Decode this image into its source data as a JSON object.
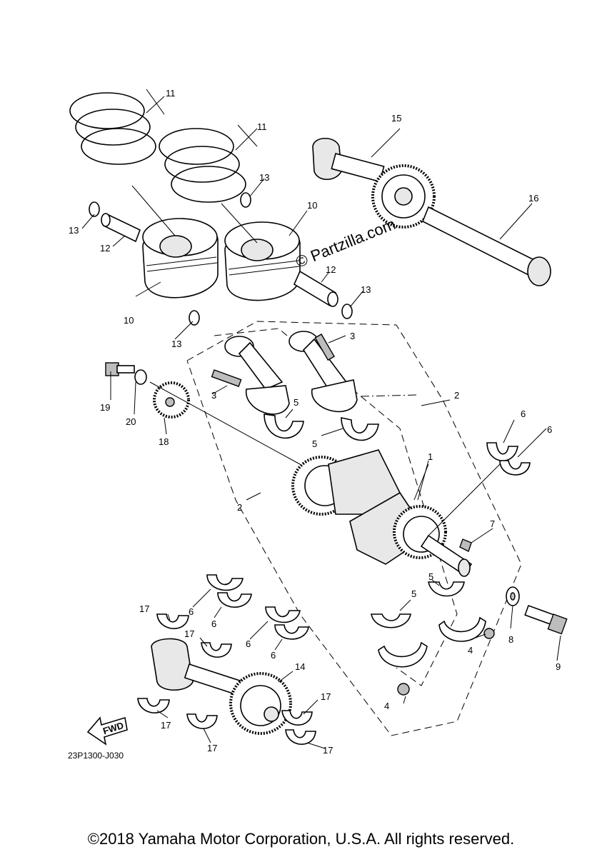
{
  "watermark": "© Partzilla.com",
  "diagram_code": "23P1300-J030",
  "fwd_label": "FWD",
  "copyright": "©2018 Yamaha Motor Corporation, U.S.A. All rights reserved.",
  "callouts": {
    "c1": "1",
    "c2a": "2",
    "c2b": "2",
    "c3a": "3",
    "c3b": "3",
    "c4a": "4",
    "c4b": "4",
    "c5a": "5",
    "c5b": "5",
    "c5c": "5",
    "c5d": "5",
    "c6a": "6",
    "c6b": "6",
    "c6c": "6",
    "c6d": "6",
    "c6e": "6",
    "c6f": "6",
    "c7": "7",
    "c8": "8",
    "c9": "9",
    "c10a": "10",
    "c10b": "10",
    "c11a": "11",
    "c11b": "11",
    "c12a": "12",
    "c12b": "12",
    "c13a": "13",
    "c13b": "13",
    "c13c": "13",
    "c13d": "13",
    "c14": "14",
    "c15": "15",
    "c16": "16",
    "c17a": "17",
    "c17b": "17",
    "c17c": "17",
    "c17d": "17",
    "c17e": "17",
    "c17f": "17",
    "c18": "18",
    "c19": "19",
    "c20": "20"
  }
}
